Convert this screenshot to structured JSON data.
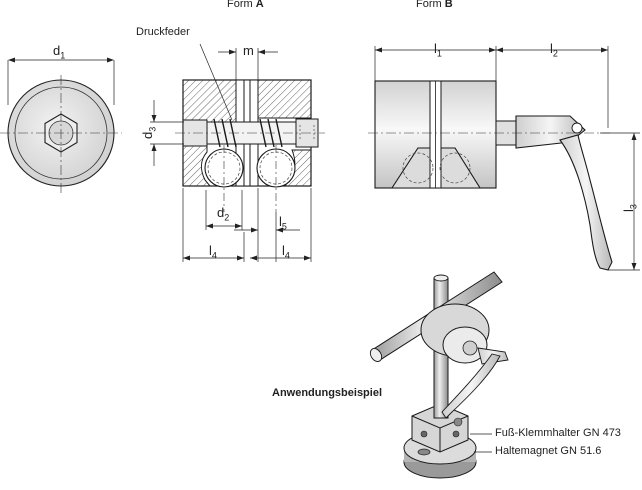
{
  "header": {
    "form_a_prefix": "Form ",
    "form_a_letter": "A",
    "form_b_prefix": "Form ",
    "form_b_letter": "B"
  },
  "annotations": {
    "spring_label": "Druckfeder",
    "example_label": "Anwendungsbeispiel",
    "foot_clamp_label": "Fuß-Klemmhalter GN 473",
    "magnet_label": "Haltemagnet GN 51.6"
  },
  "dimensions": {
    "d1": {
      "main": "d",
      "sub": "1"
    },
    "d2": {
      "main": "d",
      "sub": "2"
    },
    "d3": {
      "main": "d",
      "sub": "3"
    },
    "m": {
      "main": "m",
      "sub": ""
    },
    "l1": {
      "main": "l",
      "sub": "1"
    },
    "l2": {
      "main": "l",
      "sub": "2"
    },
    "l3": {
      "main": "l",
      "sub": "3"
    },
    "l4a": {
      "main": "l",
      "sub": "4"
    },
    "l4b": {
      "main": "l",
      "sub": "4"
    },
    "l5": {
      "main": "l",
      "sub": "5"
    }
  },
  "colors": {
    "line": "#1a1a1a",
    "body_fill": "#e9e9e9",
    "body_gradient_dark": "#bdbdbd",
    "hatch": "#555555",
    "iso_light": "#f2f2f2",
    "iso_dark": "#8a8a8a"
  }
}
